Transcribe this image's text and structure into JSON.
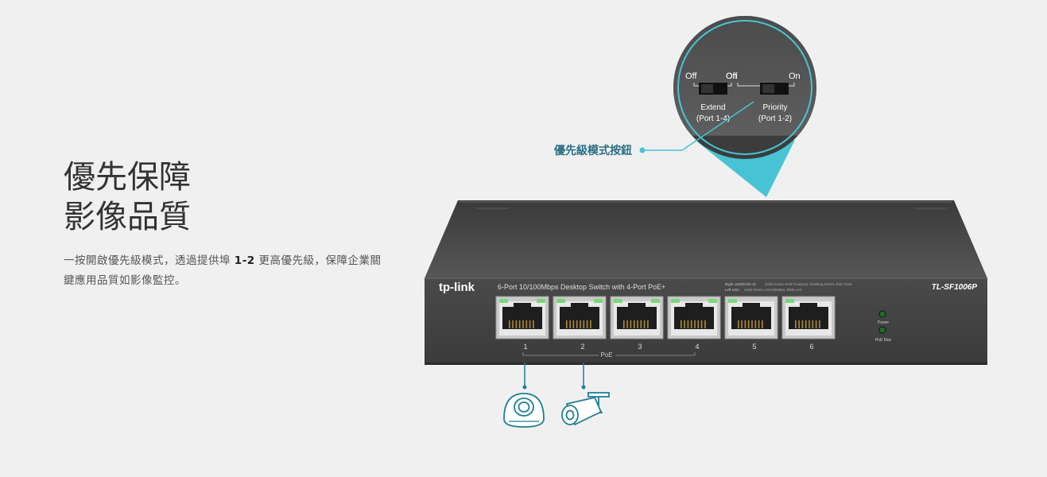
{
  "headline": {
    "line1": "優先保障",
    "line2": "影像品質"
  },
  "description": {
    "before": "一按開啟優先級模式，透過提供埠 ",
    "ports": "1-2",
    "after": " 更高優先級，保障企業關鍵應用品質如影像監控。"
  },
  "callout": {
    "label": "優先級模式按鈕",
    "switches": [
      {
        "off": "Off",
        "on": "On",
        "name": "Extend",
        "ports": "(Port 1-4)"
      },
      {
        "off": "Off",
        "on": "On",
        "name": "Priority",
        "ports": "(Port 1-2)"
      }
    ]
  },
  "device": {
    "brand": "tp-link",
    "description": "6-Port 10/100Mbps Desktop Switch with 4-Port PoE+",
    "model": "TL-SF1006P",
    "led_right_label": "Right LED(Port1-4):",
    "led_right_text": "Solid Green=PoE Powered, Flashing Green=PoE Fault",
    "led_left_label": "Left LED:",
    "led_left_text": "Solid Green=10/100Mbps, Blink=Act",
    "ports": [
      "1",
      "2",
      "3",
      "4",
      "5",
      "6"
    ],
    "poe_label": "PoE",
    "power_label": "Power",
    "poe_max_label": "PoE Max"
  },
  "colors": {
    "accent": "#48c3d4",
    "teal_dark": "#1e7f93",
    "label": "#2a6f84"
  },
  "icons": [
    "dome-camera-icon",
    "bullet-camera-icon"
  ]
}
